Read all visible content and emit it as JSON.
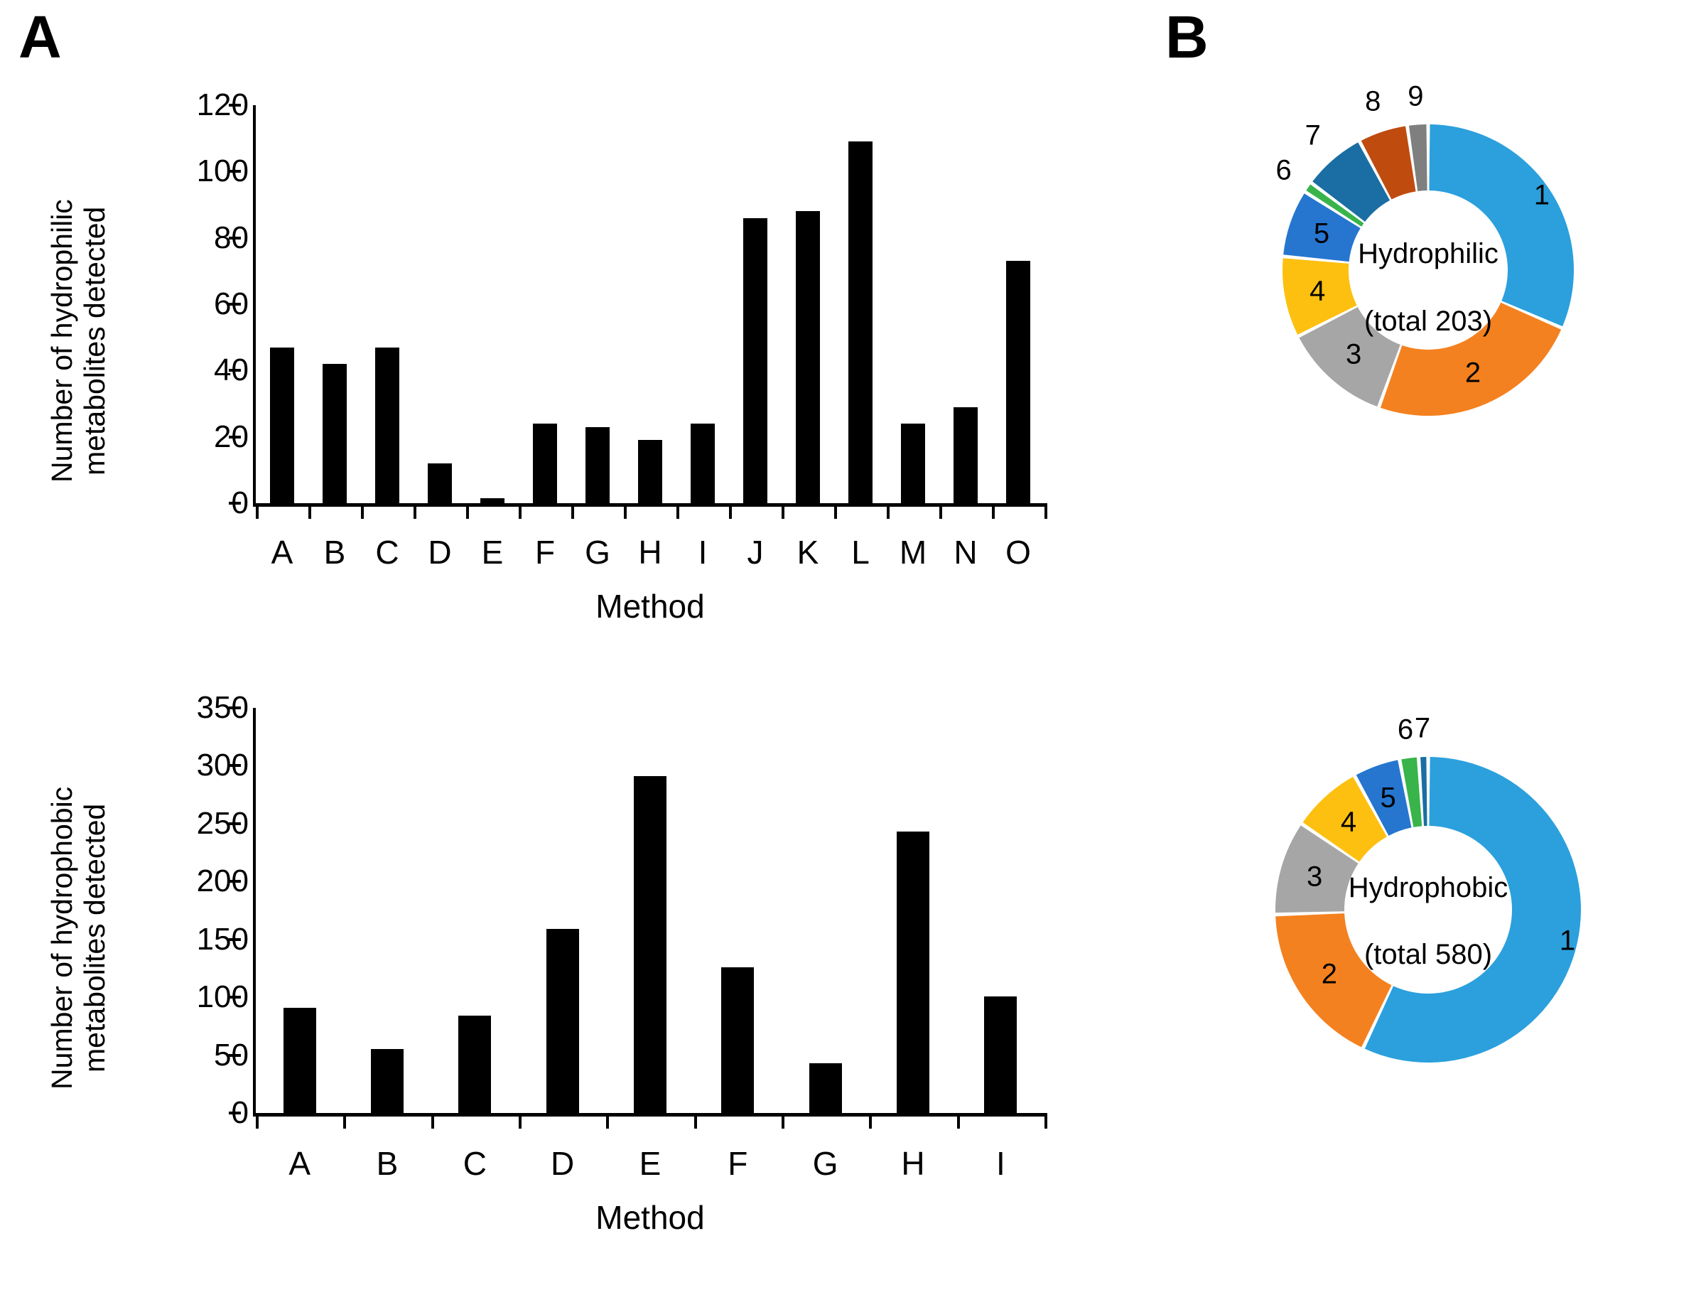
{
  "panels": {
    "a_letter": "A",
    "b_letter": "B"
  },
  "chart_data": [
    {
      "id": "hydrophilic-bar",
      "type": "bar",
      "title": "",
      "xlabel": "Method",
      "ylabel": "Number of hydrophilic\nmetabolites detected",
      "categories": [
        "A",
        "B",
        "C",
        "D",
        "E",
        "F",
        "G",
        "H",
        "I",
        "J",
        "K",
        "L",
        "M",
        "N",
        "O"
      ],
      "values": [
        47,
        42,
        47,
        12,
        1.5,
        24,
        23,
        19,
        24,
        86,
        88,
        109,
        24,
        29,
        73
      ],
      "ylim": [
        0,
        120
      ],
      "yticks": [
        0,
        20,
        40,
        60,
        80,
        100,
        120
      ],
      "ytick_labels": [
        "0",
        "20",
        "40",
        "60",
        "80",
        "100",
        "120"
      ],
      "grid": false,
      "bar_color": "#000000"
    },
    {
      "id": "hydrophobic-bar",
      "type": "bar",
      "title": "",
      "xlabel": "Method",
      "ylabel": "Number of hydrophobic\nmetabolites detected",
      "categories": [
        "A",
        "B",
        "C",
        "D",
        "E",
        "F",
        "G",
        "H",
        "I"
      ],
      "values": [
        91,
        55,
        84,
        159,
        291,
        126,
        43,
        243,
        101
      ],
      "ylim": [
        0,
        350
      ],
      "yticks": [
        0,
        50,
        100,
        150,
        200,
        250,
        300,
        350
      ],
      "ytick_labels": [
        "0",
        "50",
        "100",
        "150",
        "200",
        "250",
        "300",
        "350"
      ],
      "grid": false,
      "bar_color": "#000000"
    },
    {
      "id": "hydrophilic-donut",
      "type": "pie",
      "center_title": "Hydrophilic",
      "center_subtitle": "(total 203)",
      "labels": [
        "1",
        "2",
        "3",
        "4",
        "5",
        "6",
        "7",
        "8",
        "9"
      ],
      "values": [
        31.5,
        24.0,
        12.0,
        9.0,
        7.5,
        1.2,
        7.0,
        5.5,
        2.3
      ],
      "colors": [
        "#2ba0dd",
        "#f4811f",
        "#a6a6a6",
        "#fdc010",
        "#2676d0",
        "#38b44a",
        "#1a6ea3",
        "#bf4b0f",
        "#7f7f7f"
      ],
      "legend_position": "callout"
    },
    {
      "id": "hydrophobic-donut",
      "type": "pie",
      "center_title": "Hydrophobic",
      "center_subtitle": "(total 580)",
      "labels": [
        "1",
        "2",
        "3",
        "4",
        "5",
        "6",
        "7"
      ],
      "values": [
        57.0,
        17.5,
        10.0,
        7.5,
        5.0,
        2.0,
        1.0
      ],
      "colors": [
        "#2ba0dd",
        "#f4811f",
        "#a6a6a6",
        "#fdc010",
        "#2676d0",
        "#38b44a",
        "#1a6ea3"
      ],
      "legend_position": "callout"
    }
  ]
}
